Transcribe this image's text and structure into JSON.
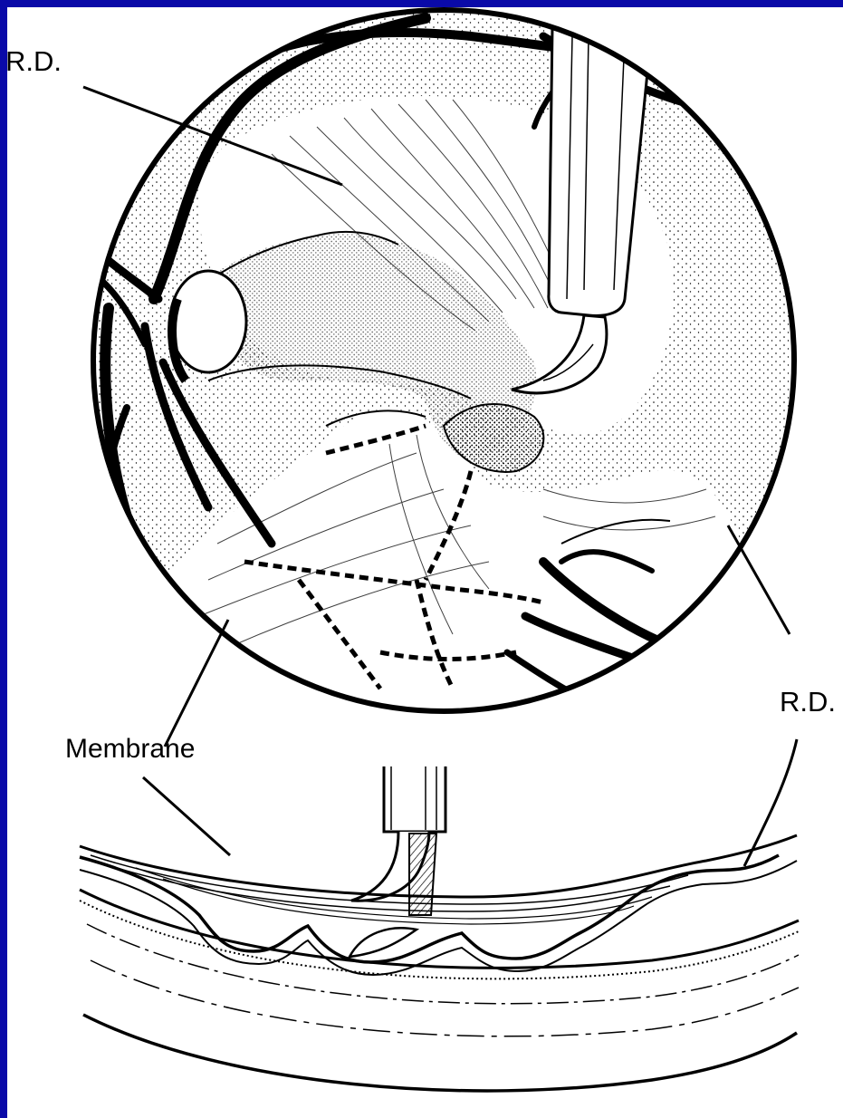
{
  "diagram": {
    "labels": {
      "rd_top": "R.D.",
      "rd_right": "R.D.",
      "membrane": "Membrane"
    },
    "icons": {
      "fundus_view": "fundus-circle-illustration",
      "cross_section": "retina-cross-section-illustration",
      "instrument": "vitrectomy-hook-instrument"
    },
    "colors": {
      "frame": "#0a0aa8",
      "background": "#ffffff",
      "ink": "#000000"
    }
  }
}
